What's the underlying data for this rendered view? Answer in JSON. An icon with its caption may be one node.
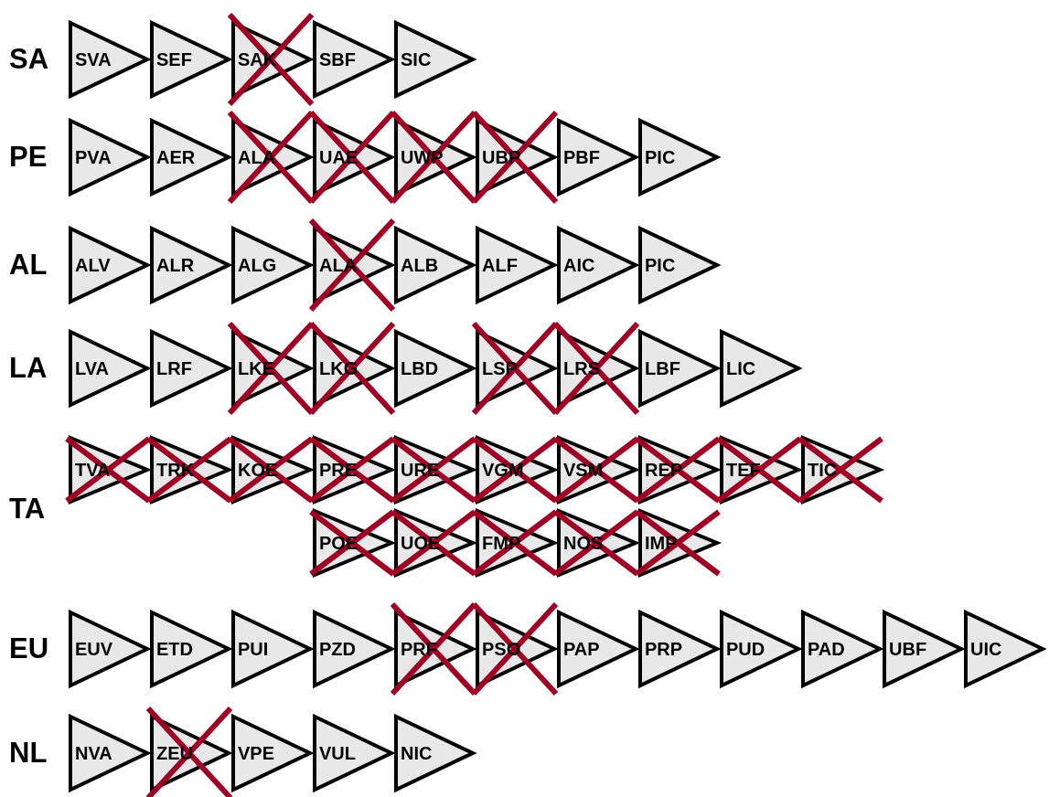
{
  "diagram": {
    "nodes": [
      {
        "text": [
          "SVA"
        ]
      },
      {
        "text": [
          "SEF"
        ]
      },
      {
        "text": [
          "SAK"
        ]
      },
      {
        "text": [
          "SBF"
        ]
      },
      {
        "text": [
          "SIC"
        ]
      },
      {
        "text": [
          "PVA"
        ]
      },
      {
        "text": [
          "AER"
        ]
      },
      {
        "text": [
          "ALA"
        ]
      },
      {
        "text": [
          "UAE"
        ]
      },
      {
        "text": [
          "UWP"
        ]
      },
      {
        "text": [
          "UBP"
        ]
      },
      {
        "text": [
          "PBF"
        ]
      },
      {
        "text": [
          "PIC"
        ]
      },
      {
        "text": [
          "ALV"
        ]
      },
      {
        "text": [
          "ALR"
        ]
      },
      {
        "text": [
          "ALG"
        ]
      },
      {
        "text": [
          "ALA"
        ]
      },
      {
        "text": [
          "ALB"
        ]
      },
      {
        "text": [
          "ALF"
        ]
      },
      {
        "text": [
          "AIC"
        ]
      },
      {
        "text": [
          "PIC"
        ]
      },
      {
        "text": [
          "LVA"
        ]
      },
      {
        "text": [
          "LRF"
        ]
      },
      {
        "text": [
          "LKE"
        ]
      },
      {
        "text": [
          "LKG"
        ]
      },
      {
        "text": [
          "LBD"
        ]
      },
      {
        "text": [
          "LSP"
        ]
      },
      {
        "text": [
          "LRS"
        ]
      },
      {
        "text": [
          "LBF"
        ]
      },
      {
        "text": [
          "LIC"
        ]
      },
      {
        "text": [
          "TVA"
        ]
      },
      {
        "text": [
          "TRK"
        ]
      },
      {
        "text": [
          "KOE"
        ]
      },
      {
        "text": [
          "PRE"
        ]
      },
      {
        "text": [
          "URE"
        ]
      },
      {
        "text": [
          "VGM"
        ]
      },
      {
        "text": [
          "VSM"
        ]
      },
      {
        "text": [
          "REP"
        ]
      },
      {
        "text": [
          "TEF"
        ]
      },
      {
        "text": [
          "TIC"
        ]
      },
      {
        "text": [
          "POE"
        ]
      },
      {
        "text": [
          "UOE"
        ]
      },
      {
        "text": [
          "FMP"
        ]
      },
      {
        "text": [
          "NOS"
        ]
      },
      {
        "text": [
          "IMP"
        ]
      },
      {
        "text": [
          "EUV"
        ]
      },
      {
        "text": [
          "ETD"
        ]
      },
      {
        "text": [
          "PUI"
        ]
      },
      {
        "text": [
          "PZD"
        ]
      },
      {
        "text": [
          "PRF"
        ]
      },
      {
        "text": [
          "PSO"
        ]
      },
      {
        "text": [
          "PAP"
        ]
      },
      {
        "text": [
          "PRP"
        ]
      },
      {
        "text": [
          "PUD"
        ]
      },
      {
        "text": [
          "PAD"
        ]
      },
      {
        "text": [
          "UBF"
        ]
      },
      {
        "text": [
          "UIC"
        ]
      },
      {
        "text": [
          "NVA"
        ]
      },
      {
        "text": [
          "ZEU"
        ]
      },
      {
        "text": [
          "VPE"
        ]
      },
      {
        "text": [
          "VUL"
        ]
      },
      {
        "text": [
          "NIC"
        ]
      }
    ],
    "labels": [
      "SA",
      "PE",
      "AL",
      "LA",
      "TA",
      "EU",
      "NL"
    ]
  }
}
